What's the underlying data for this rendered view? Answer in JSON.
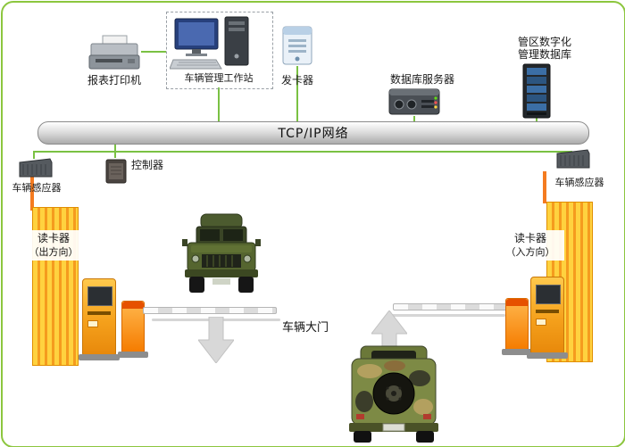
{
  "network": {
    "label": "TCP/IP网络"
  },
  "top": {
    "printer_label": "报表打印机",
    "workstation_label": "车辆管理工作站",
    "card_issuer_label": "发卡器",
    "db_server_label": "数据库服务器",
    "district_db_line1": "管区数字化",
    "district_db_line2": "管理数据库"
  },
  "middle": {
    "controller_label": "控制器",
    "left_sensor_label": "车辆感应器",
    "right_sensor_label": "车辆感应器"
  },
  "gate": {
    "left_reader_label": "读卡器",
    "left_reader_sub": "（出方向）",
    "right_reader_label": "读卡器",
    "right_reader_sub": "（入方向）",
    "gate_label": "车辆大门"
  },
  "icons": {
    "printer": "printer-icon",
    "workstation": "workstation-icon",
    "card_issuer": "card-issuer-icon",
    "db_server": "database-server-icon",
    "district_db": "server-rack-icon",
    "controller": "controller-icon",
    "vehicle_sensor": "vehicle-sensor-icon",
    "vehicle_front": "military-vehicle-front-icon",
    "vehicle_rear": "military-vehicle-rear-icon",
    "arrow_down": "arrow-down-icon",
    "arrow_up": "arrow-up-icon"
  },
  "colors": {
    "frame_green": "#8CC63E",
    "line_green": "#7AC143",
    "line_orange": "#F47B20",
    "wall_yellow": "#FFD23F",
    "wall_stripe_orange": "#F59B1E",
    "machine_orange": "#F5A11C"
  }
}
